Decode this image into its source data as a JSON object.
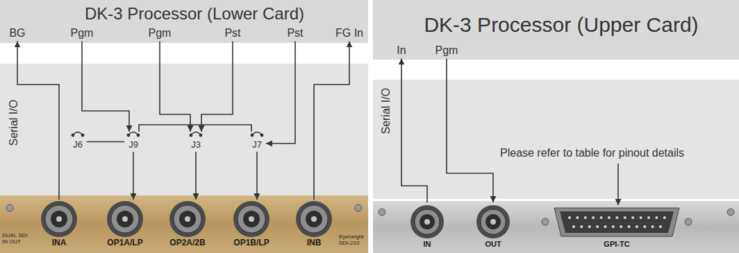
{
  "diagram": {
    "nodes": [
      {
        "text": [
          "DK-3 Processor (Lower Card)"
        ]
      },
      {
        "text": [
          "BG"
        ],
        "in": 0
      },
      {
        "text": [
          "Pgm"
        ],
        "in": 0
      },
      {
        "text": [
          "Pgm"
        ],
        "in": 0
      },
      {
        "text": [
          "Pst"
        ],
        "in": 0
      },
      {
        "text": [
          "Pst"
        ],
        "in": 0
      },
      {
        "text": [
          "FG In"
        ],
        "in": 0
      },
      {
        "text": [
          "Serial I/O"
        ]
      },
      {
        "text": [
          "J6"
        ],
        "in": 7
      },
      {
        "text": [
          "J9"
        ],
        "in": 7
      },
      {
        "text": [
          "J3"
        ],
        "in": 7
      },
      {
        "text": [
          "J7"
        ],
        "in": 7
      },
      {
        "text": [
          "INA"
        ]
      },
      {
        "text": [
          "OP1A/LP"
        ]
      },
      {
        "text": [
          "OP2A/2B"
        ]
      },
      {
        "text": [
          "OP1B/LP"
        ]
      },
      {
        "text": [
          "INB"
        ]
      },
      {
        "text": [
          "DK-3 Processor (Upper Card)"
        ]
      },
      {
        "text": [
          "In"
        ],
        "in": 17
      },
      {
        "text": [
          "Pgm"
        ],
        "in": 17
      },
      {
        "text": [
          "Serial I/O"
        ]
      },
      {
        "text": [
          "IN"
        ]
      },
      {
        "text": [
          "OUT"
        ]
      },
      {
        "text": [
          "GPI-TC"
        ]
      }
    ],
    "edges": [
      {
        "from": 12,
        "to": 1,
        "arrow": "to"
      },
      {
        "from": 2,
        "to": 9,
        "arrow": "to"
      },
      {
        "from": 9,
        "to": 13,
        "arrow": "to"
      },
      {
        "from": 3,
        "to": 10,
        "arrow": "to"
      },
      {
        "from": 4,
        "to": 10,
        "arrow": "to"
      },
      {
        "from": 10,
        "to": 14,
        "arrow": "to"
      },
      {
        "from": 9,
        "to": 11,
        "arrow": "none"
      },
      {
        "from": 5,
        "to": 11,
        "arrow": "to"
      },
      {
        "from": 11,
        "to": 15,
        "arrow": "to"
      },
      {
        "from": 16,
        "to": 6,
        "arrow": "to"
      },
      {
        "from": 8,
        "to": 9,
        "arrow": "none"
      },
      {
        "from": 21,
        "to": 18,
        "arrow": "to"
      },
      {
        "from": 19,
        "to": 22,
        "arrow": "to"
      }
    ],
    "labels": [
      "DUAL SDI IN OUT",
      "Eyeheight SDI-210",
      "Please refer to table for pinout details"
    ]
  }
}
